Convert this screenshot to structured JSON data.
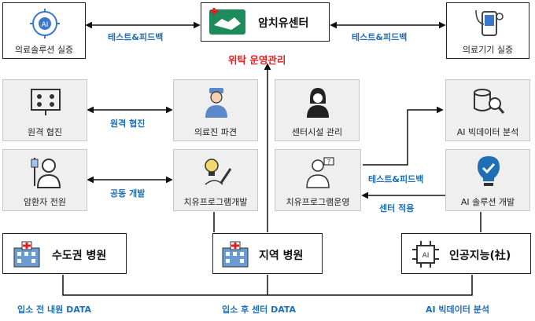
{
  "nodes": {
    "medical_solution_test": "의료솔루션 실증",
    "center": "암치유센터",
    "device_test": "의료기기 실증",
    "remote_consult": "원격 협진",
    "staff_dispatch": "의료진 파견",
    "facility_mgmt": "센터시설 관리",
    "ai_bigdata": "AI 빅데이터 분석",
    "patient_transfer": "암환자 전원",
    "program_dev": "치유프로그램개발",
    "program_ops": "치유프로그램운영",
    "ai_solution_dev": "AI 솔루션 개발",
    "capital_hospital": "수도권 병원",
    "regional_hospital": "지역 병원",
    "ai_company": "인공지능(社)"
  },
  "edges": {
    "test_feedback_left": "테스트&피드백",
    "test_feedback_right": "테스트&피드백",
    "consign_ops": "위탁 운영관리",
    "remote_consult": "원격 협진",
    "co_develop": "공동 개발",
    "test_feedback_mid": "테스트&피드백",
    "center_apply": "센터 적용"
  },
  "footer": {
    "pre_admission": "입소 전 내원 DATA",
    "post_admission": "입소 후 센터 DATA",
    "ai_analysis": "AI 빅데이터 분석"
  },
  "colors": {
    "edge_label": "#1f6fb5",
    "accent_red": "#e02020",
    "center_green": "#1e8c5a"
  }
}
